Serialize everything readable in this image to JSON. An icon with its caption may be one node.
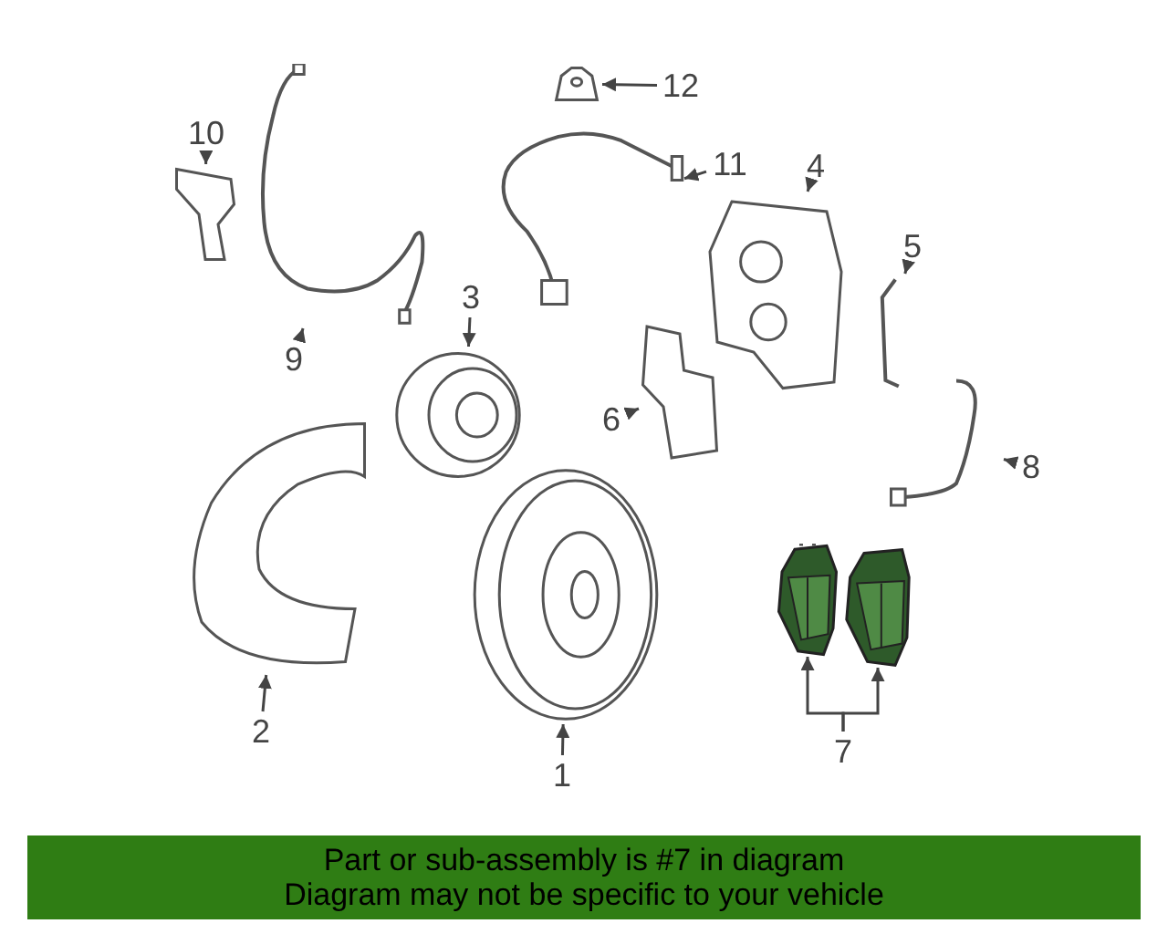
{
  "diagram": {
    "nodes": [
      {
        "text": [
          "12"
        ]
      },
      {
        "text": [
          "10"
        ]
      },
      {
        "text": [
          "11"
        ]
      },
      {
        "text": [
          "4"
        ]
      },
      {
        "text": [
          "9"
        ]
      },
      {
        "text": [
          "3"
        ]
      },
      {
        "text": [
          "5"
        ]
      },
      {
        "text": [
          "6"
        ]
      },
      {
        "text": [
          "8"
        ]
      },
      {
        "text": [
          "2"
        ]
      },
      {
        "text": [
          "1"
        ]
      },
      {
        "text": [
          "7"
        ]
      },
      {
        "text": [
          "Part or sub-assembly is #7 in diagram",
          "Diagram may not be specific to your vehicle"
        ]
      },
      {
        "text": [],
        "shape": "picture"
      },
      {
        "text": [],
        "shape": "picture"
      },
      {
        "text": [],
        "shape": "picture"
      },
      {
        "text": [],
        "shape": "picture"
      },
      {
        "text": [],
        "shape": "picture"
      },
      {
        "text": [],
        "shape": "picture"
      },
      {
        "text": [],
        "shape": "picture"
      },
      {
        "text": [],
        "shape": "picture"
      },
      {
        "text": [],
        "shape": "picture"
      },
      {
        "text": [],
        "shape": "picture"
      },
      {
        "text": [],
        "shape": "picture"
      },
      {
        "text": [],
        "shape": "picture"
      },
      {
        "text": [],
        "shape": "picture"
      }
    ],
    "edges": [
      {
        "from": 0,
        "to": 13,
        "arrow": "to"
      },
      {
        "from": 1,
        "to": 14,
        "arrow": "to"
      },
      {
        "from": 2,
        "to": 15,
        "arrow": "to"
      },
      {
        "from": 3,
        "to": 16,
        "arrow": "to"
      },
      {
        "from": 4,
        "to": 17,
        "arrow": "to"
      },
      {
        "from": 5,
        "to": 18,
        "arrow": "to"
      },
      {
        "from": 6,
        "to": 19,
        "arrow": "to"
      },
      {
        "from": 7,
        "to": 20,
        "arrow": "to"
      },
      {
        "from": 8,
        "to": 21,
        "arrow": "to"
      },
      {
        "from": 9,
        "to": 22,
        "arrow": "to"
      },
      {
        "from": 10,
        "to": 23,
        "arrow": "to"
      },
      {
        "from": 11,
        "to": 24,
        "arrow": "to"
      },
      {
        "from": 11,
        "to": 25,
        "arrow": "to"
      }
    ]
  }
}
